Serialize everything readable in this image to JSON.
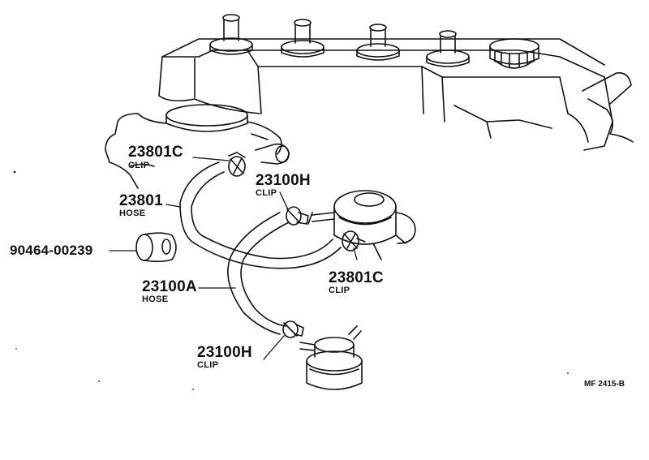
{
  "colors": {
    "ink": "#111111",
    "paper": "#ffffff"
  },
  "callouts": [
    {
      "id": "clip-23801c-top",
      "part": "23801C",
      "desc": "CLIP"
    },
    {
      "id": "hose-23801",
      "part": "23801",
      "desc": "HOSE"
    },
    {
      "id": "clip-23100h-top",
      "part": "23100H",
      "desc": "CLIP"
    },
    {
      "id": "cushion-90464",
      "part": "90464-00239",
      "desc": ""
    },
    {
      "id": "clip-23801c-right",
      "part": "23801C",
      "desc": "CLIP"
    },
    {
      "id": "hose-23100a",
      "part": "23100A",
      "desc": "HOSE"
    },
    {
      "id": "clip-23100h-bottom",
      "part": "23100H",
      "desc": "CLIP"
    }
  ],
  "figure_code": "MF 2415-B"
}
